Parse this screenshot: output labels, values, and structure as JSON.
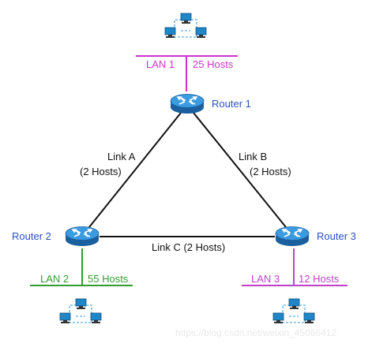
{
  "colors": {
    "router_label": "#2b4fc4",
    "lan1": "#cc33cc",
    "lan2": "#2e9e2e",
    "lan3": "#c23fc9",
    "link": "#111111",
    "router_body": "#2a86d1",
    "computer": "#1f86c8"
  },
  "routers": {
    "r1": {
      "label": "Router 1",
      "icon": "router-icon"
    },
    "r2": {
      "label": "Router 2",
      "icon": "router-icon"
    },
    "r3": {
      "label": "Router 3",
      "icon": "router-icon"
    }
  },
  "links": {
    "a": {
      "name": "Link A",
      "hosts": "(2 Hosts)"
    },
    "b": {
      "name": "Link B",
      "hosts": "(2 Hosts)"
    },
    "c": {
      "label": "Link C (2 Hosts)"
    }
  },
  "lans": {
    "lan1": {
      "name": "LAN 1",
      "hosts": "25 Hosts",
      "icon": "network-computers-icon"
    },
    "lan2": {
      "name": "LAN 2",
      "hosts": "55 Hosts",
      "icon": "network-computers-icon"
    },
    "lan3": {
      "name": "LAN 3",
      "hosts": "12 Hosts",
      "icon": "network-computers-icon"
    }
  },
  "watermark": "https://blog.csdn.net/weixin_45066412"
}
